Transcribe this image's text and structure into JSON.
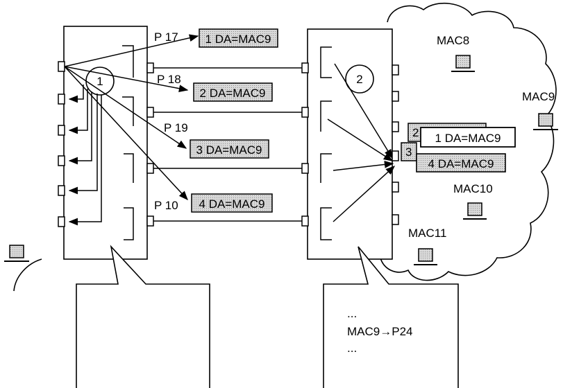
{
  "ports": {
    "p17": "P 17",
    "p18": "P 18",
    "p19": "P 19",
    "p10": "P 10"
  },
  "frames": {
    "f1": "1 DA=MAC9",
    "f2": "2 DA=MAC9",
    "f3": "3 DA=MAC9",
    "f4": "4 DA=MAC9"
  },
  "circles": {
    "c1": "1",
    "c2": "2"
  },
  "stack": {
    "n2": "2",
    "n3": "3",
    "top": "1 DA=MAC9",
    "bottom": "4 DA=MAC9"
  },
  "hosts": {
    "mac8": "MAC8",
    "mac9": "MAC9",
    "mac10": "MAC10",
    "mac11": "MAC11"
  },
  "table": {
    "dots1": "...",
    "entry": "MAC9→P24",
    "dots2": "..."
  },
  "colors": {
    "stroke": "#000000",
    "frame_fill": "#c8c8c8",
    "host_fill": "#9a9a9a"
  }
}
